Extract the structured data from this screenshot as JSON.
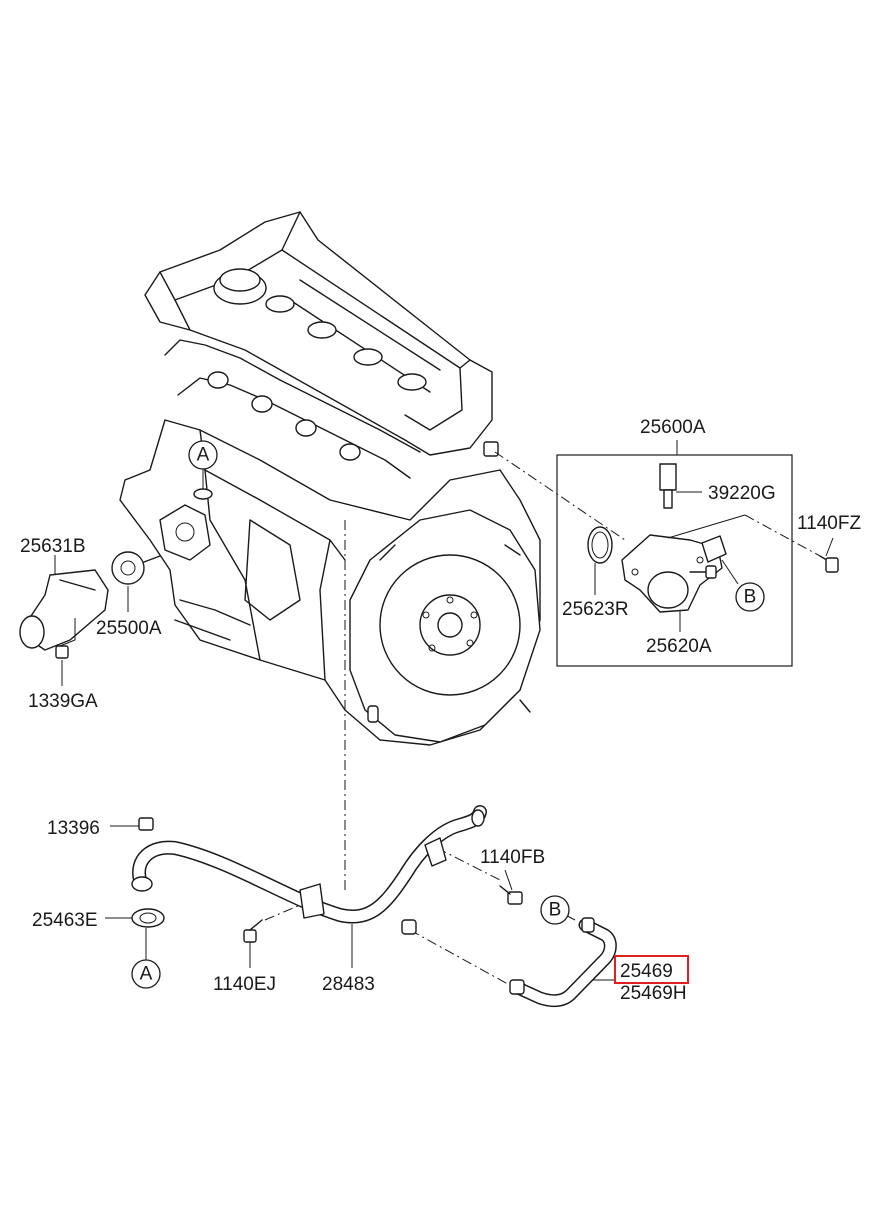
{
  "labels": {
    "l_25600A": "25600A",
    "l_39220G": "39220G",
    "l_1140FZ": "1140FZ",
    "l_25631B": "25631B",
    "l_25500A": "25500A",
    "l_1339GA": "1339GA",
    "l_25623R": "25623R",
    "l_25620A": "25620A",
    "l_13396": "13396",
    "l_1140FB": "1140FB",
    "l_25463E": "25463E",
    "l_1140EJ": "1140EJ",
    "l_28483": "28483",
    "l_25469": "25469",
    "l_25469H": "25469H"
  },
  "callouts": {
    "a_engine": "A",
    "a_bottom": "A",
    "b_housing": "B",
    "b_hose": "B"
  },
  "colors": {
    "line": "#1a1a1a",
    "highlight": "#e02020"
  },
  "highlighted_part": "25469"
}
